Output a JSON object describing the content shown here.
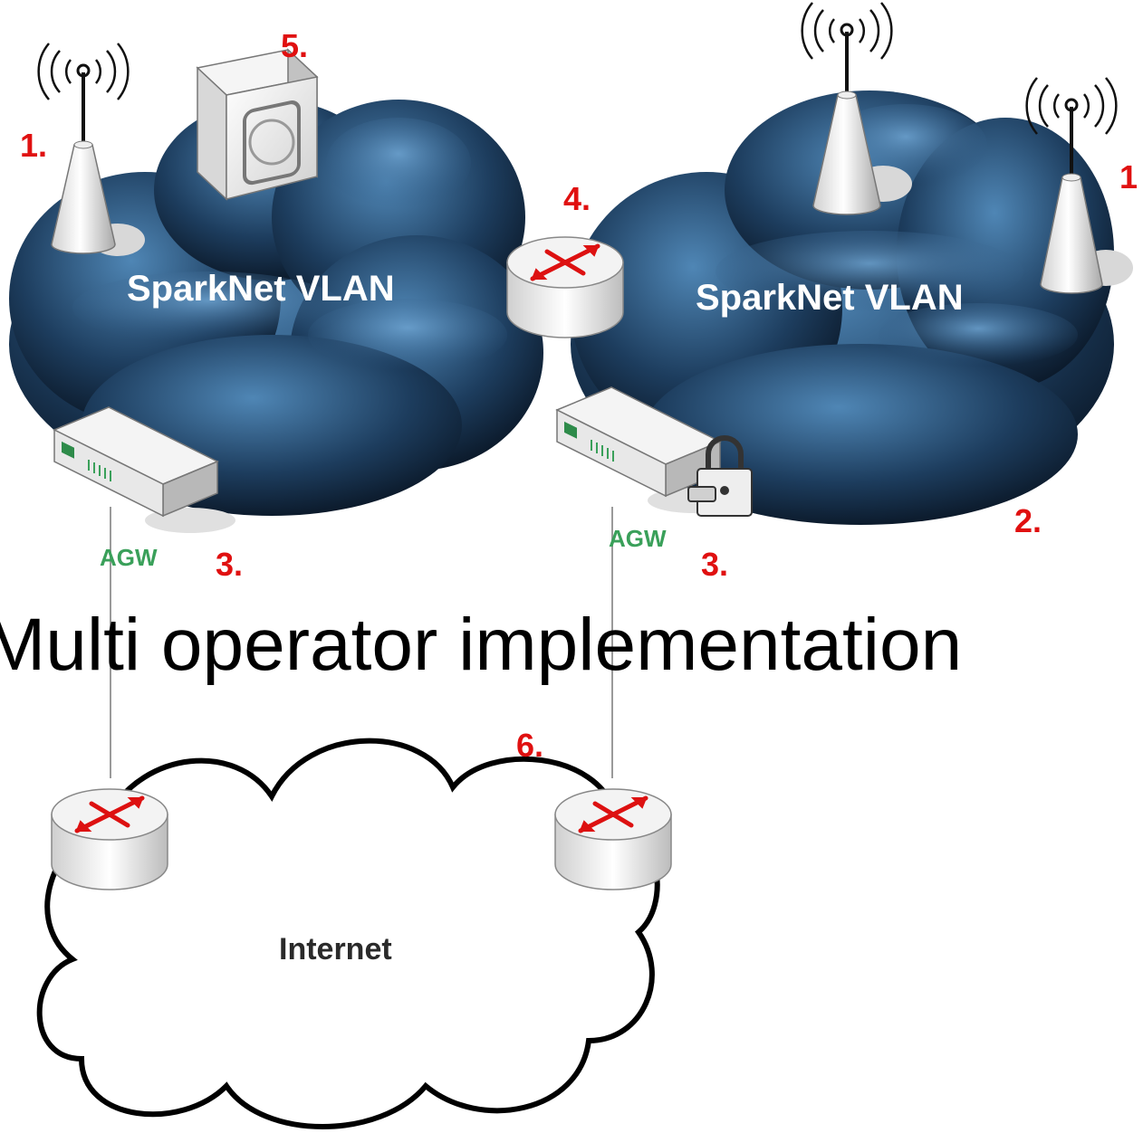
{
  "diagram": {
    "title": "Multi operator implementation",
    "clouds": {
      "left_vlan": "SparkNet VLAN",
      "right_vlan": "SparkNet VLAN",
      "internet": "Internet"
    },
    "gateways": {
      "left": "AGW",
      "right": "AGW"
    },
    "markers": {
      "n1_left": "1.",
      "n1_right": "1",
      "n2": "2.",
      "n3_left": "3.",
      "n3_right": "3.",
      "n4": "4.",
      "n5": "5.",
      "n6": "6."
    },
    "colors": {
      "cloud_dark": "#0a1a2e",
      "cloud_light": "#4f86b5",
      "marker": "#e01010",
      "agw_label": "#3aa05a",
      "router_arrow": "#dd1111"
    }
  }
}
